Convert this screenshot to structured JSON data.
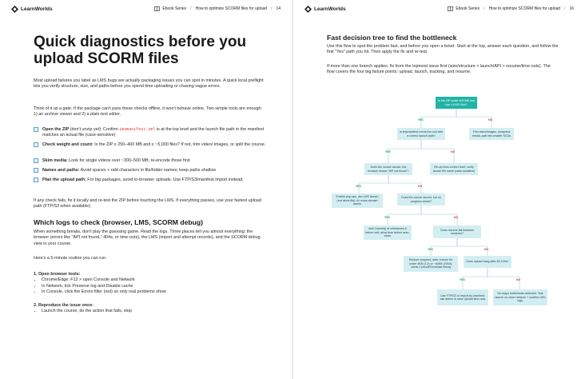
{
  "brand": "LearnWorlds",
  "colors": {
    "accent": "#5aa0c8",
    "code": "#d9412b",
    "teal": "#21b3a6",
    "node": "#d3eef3",
    "yes": "#1d9e5b",
    "no": "#d23b2e"
  },
  "left_page": {
    "header": {
      "series": "Ebook Series",
      "sep": "/",
      "doc_title": "How to optimize SCORM files for upload",
      "page_num": "14"
    },
    "title": "Quick diagnostics before you upload SCORM files",
    "intro": "Most upload failures you label as LMS bugs are actually packaging issues you can spot in minutes. A quick local preflight lets you verify structure, size, and paths before you spend time uploading or chasing vague errors.",
    "gate": "Think of it as a gate. If the package can't pass these checks offline, it won't behave online. Two simple tools are enough: 1) an archive viewer and 2) a plain-text editor.",
    "checks": [
      {
        "bold": "Open the ZIP",
        "pre": " (don't unzip yet): Confirm ",
        "code": "imsmanifest.xml",
        "post": " is at the top level and the launch file path in the manifest matches an actual file (case-sensitive)"
      },
      {
        "bold": "Check weight and count:",
        "pre": " Is the ZIP ≤ 250–400 MB and ≤ ~5,000 files? If not, trim video/ images, or split the course.",
        "code": "",
        "post": ""
      },
      {
        "bold": "Skim media:",
        "pre": " Look for single videos over ~300–500 MB; re-encode those first",
        "code": "",
        "post": ""
      },
      {
        "bold": "Names and paths:",
        "pre": " Avoid spaces + odd characters in file/folder names; keep paths shallow",
        "code": "",
        "post": ""
      },
      {
        "bold": "Plan the upload path:",
        "pre": " For big packages, avoid in-browser uploads. Use FTP/S3/manifest import instead.",
        "code": "",
        "post": ""
      }
    ],
    "fail_note": "If any check fails, fix it locally and re-test the ZIP before touching the LMS. If everything passes, use your fastest upload path (FTP/S3 when available)",
    "logs_heading": "Which logs to check (browser, LMS, SCORM debug)",
    "logs_p1": "When something breaks, don't play the guessing game. Read the logs. Three places tell you almost everything: the browser (errors like \"API not found,\" 404s, or time-outs), the LMS (import and attempt records), and the SCORM debug view in your course.",
    "routine": "Here's a 5-minute routine you can run.",
    "step1_title": "1. Open browser tools:",
    "step1_items": [
      "Chrome/Edge: F12 > open Console and Network",
      "In Network, tick Preserve log and Disable cache",
      "In Console, click the Errors filter (red) so only real problems show"
    ],
    "step2_title": "2. Reproduce the issue once:",
    "step2_items": [
      "Launch the course, do the action that fails, stop"
    ]
  },
  "right_page": {
    "header": {
      "series": "Ebook Series",
      "sep": "/",
      "doc_title": "How to optimize SCORM files for upload",
      "page_num": "16"
    },
    "heading": "Fast decision tree to find the bottleneck",
    "p1": "Use this flow to spot the problem fast, and before you open a ticket. Start at the top, answer each question, and follow the first \"Yes\" path you hit. Then apply the fix and re-test.",
    "p2": "If more than one branch applies, fix from the topmost issue first (size/structure > launch/API > resume/time-outs). The flow covers the four big failure points: upload, launch, tracking, and resume.",
    "tree": {
      "yes": "YES",
      "no": "NO",
      "q1": "Is the ZIP under 400 MB and has <5,000 files?",
      "q2": "Is imsmanifest.xml at the root with a correct launch path?",
      "fix1": "Trim video/images, compress media, split into smaller SCOs",
      "q3": "Does the course launch, but browser shows \"API not found\"?",
      "fix2": "Re-zip from correct level; verify launch file name (case-sensitive)",
      "fix3": "Enable pop-ups, use LMS launch (not direct file), fix cross-domain issues",
      "q4": "Does the course launch, but no progress saved?",
      "fix4": "Add Commit() at milestones & before exit; allow time before auto-close",
      "q5": "Does resume fail between sessions?",
      "fix5": "Reduce suspend_data; ensure it's under 4KB (1.2) or ~64KB (2004); check Commit/Terminate timing",
      "q6": "Does upload hang after 60-120s?",
      "fix6": "Use FTP/S3 or import-by-manifest; ask admin to raise upload time-outs",
      "fix7": "No major bottlenecks detected. Test launch on clean network + confirm LMS logs."
    }
  }
}
